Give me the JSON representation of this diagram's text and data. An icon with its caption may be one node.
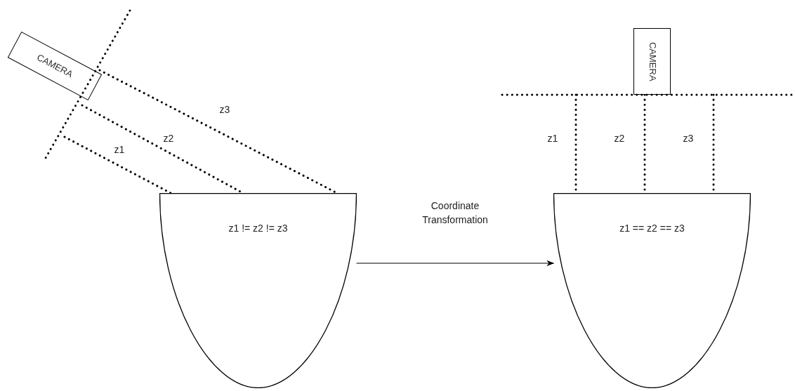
{
  "diagram": {
    "nodes": [
      {
        "text": [
          "CAMERA"
        ]
      },
      {
        "text": [],
        "shape": "line"
      },
      {
        "text": [
          "z1 != z2 != z3"
        ]
      },
      {
        "text": [
          "CAMERA"
        ]
      },
      {
        "text": [],
        "shape": "line"
      },
      {
        "text": [
          "z1 == z2 == z3"
        ]
      }
    ],
    "edges": [
      {
        "from": 1,
        "to": 2,
        "arrow": "none",
        "style": "dashed",
        "label": "z3"
      },
      {
        "from": 1,
        "to": 2,
        "arrow": "none",
        "style": "dashed",
        "label": "z2"
      },
      {
        "from": 1,
        "to": 2,
        "arrow": "none",
        "style": "dashed",
        "label": "z1"
      },
      {
        "from": 4,
        "to": 5,
        "arrow": "none",
        "style": "dashed",
        "label": "z1"
      },
      {
        "from": 4,
        "to": 5,
        "arrow": "none",
        "style": "dashed",
        "label": "z2"
      },
      {
        "from": 4,
        "to": 5,
        "arrow": "none",
        "style": "dashed",
        "label": "z3"
      },
      {
        "from": 2,
        "to": 5,
        "arrow": "to",
        "label": "Coordinate Transformation"
      }
    ]
  }
}
